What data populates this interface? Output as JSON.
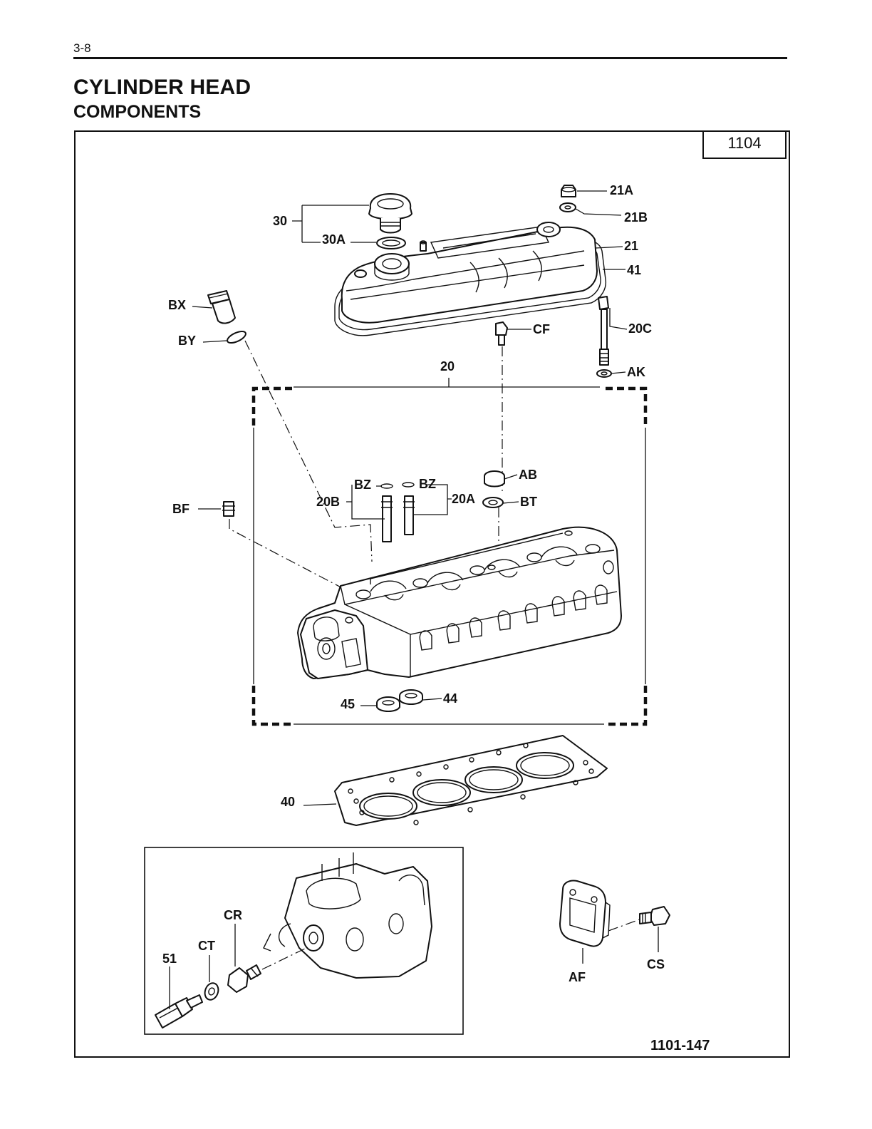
{
  "header": {
    "page_number": "3-8",
    "title": "CYLINDER HEAD",
    "subtitle": "COMPONENTS"
  },
  "figure": {
    "group_number": "1104",
    "reference": "1101-147"
  },
  "callouts": {
    "c30": "30",
    "c30A": "30A",
    "c21A": "21A",
    "c21B": "21B",
    "c21": "21",
    "c41": "41",
    "cBX": "BX",
    "cBY": "BY",
    "cCF": "CF",
    "c20C": "20C",
    "cAK": "AK",
    "c20": "20",
    "cAB": "AB",
    "cBT": "BT",
    "cBZ1": "BZ",
    "cBZ2": "BZ",
    "c20B": "20B",
    "c20A": "20A",
    "cBF": "BF",
    "c45": "45",
    "c44": "44",
    "c40": "40",
    "cCR": "CR",
    "cCT": "CT",
    "c51": "51",
    "cAF": "AF",
    "cCS": "CS"
  }
}
